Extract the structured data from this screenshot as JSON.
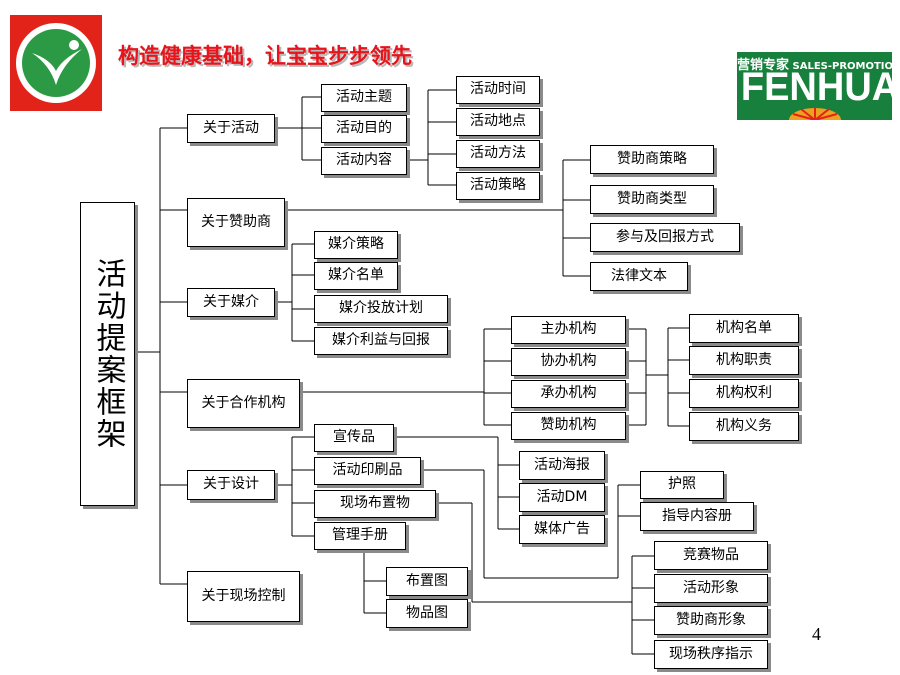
{
  "header": {
    "slogan": "构造健康基础，让宝宝步步领先",
    "brand": {
      "line1": "营销专家",
      "line2": "SALES-PROMOTION",
      "word": "FENHUA"
    }
  },
  "diagram": {
    "root": "活动提案框架",
    "branches": {
      "activity": "关于活动",
      "sponsor": "关于赞助商",
      "media": "关于媒介",
      "partner": "关于合作机构",
      "design": "关于设计",
      "onsite": "关于现场控制"
    },
    "activity_items": [
      "活动主题",
      "活动目的",
      "活动内容"
    ],
    "activity_content_items": [
      "活动时间",
      "活动地点",
      "活动方法",
      "活动策略"
    ],
    "sponsor_items": [
      "赞助商策略",
      "赞助商类型",
      "参与及回报方式",
      "法律文本"
    ],
    "media_items": [
      "媒介策略",
      "媒介名单",
      "媒介投放计划",
      "媒介利益与回报"
    ],
    "partner_items": [
      "主办机构",
      "协办机构",
      "承办机构",
      "赞助机构"
    ],
    "partner_sub_items": [
      "机构名单",
      "机构职责",
      "机构权利",
      "机构义务"
    ],
    "design_items": [
      "宣传品",
      "活动印刷品",
      "现场布置物",
      "管理手册"
    ],
    "promo_items": [
      "活动海报",
      "活动DM",
      "媒体广告"
    ],
    "print_items": [
      "护照",
      "指导内容册"
    ],
    "layout_items": [
      "竞赛物品",
      "活动形象",
      "赞助商形象",
      "现场秩序指示"
    ],
    "manual_items": [
      "布置图",
      "物品图"
    ]
  },
  "page_number": "4"
}
